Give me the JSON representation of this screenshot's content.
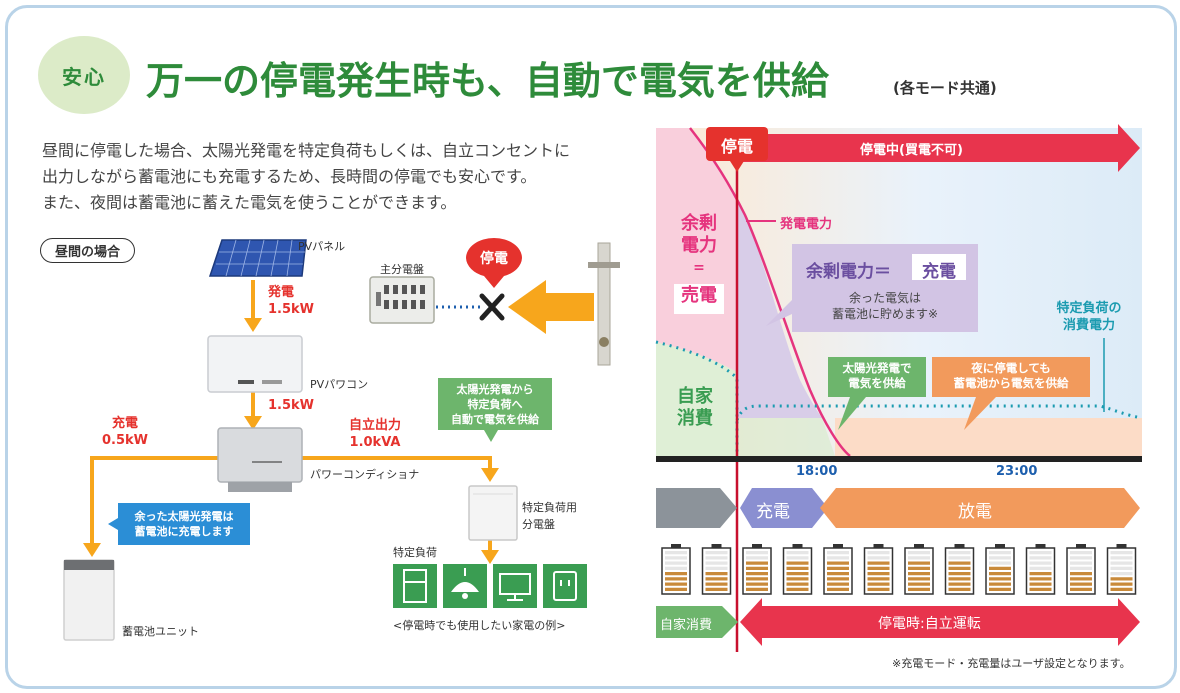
{
  "header": {
    "badge": "安心",
    "title": "万一の停電発生時も、自動で電気を供給",
    "subtitle": "(各モード共通)"
  },
  "intro": {
    "line1": "昼間に停電した場合、太陽光発電を特定負荷もしくは、自立コンセントに",
    "line2": "出力しながら蓄電池にも充電するため、長時間の停電でも安心です。",
    "line3": "また、夜間は蓄電池に蓄えた電気を使うことができます。"
  },
  "diagram": {
    "case_label": "昼間の場合",
    "pv_panel": "PVパネル",
    "gen_label": "発電",
    "gen_value": "1.5kW",
    "pv_power_cond": "PVパワコン",
    "pv_output": "1.5kW",
    "main_panel": "主分電盤",
    "outage": "停電",
    "charge_label": "充電",
    "charge_value": "0.5kW",
    "self_output_label": "自立出力",
    "self_output_value": "1.0kVA",
    "power_cond": "パワーコンディショナ",
    "supply_callout": [
      "太陽光発電から",
      "特定負荷へ",
      "自動で電気を供給"
    ],
    "surplus_callout": [
      "余った太陽光発電は",
      "蓄電池に充電します"
    ],
    "battery_unit": "蓄電池ユニット",
    "special_panel": [
      "特定負荷用",
      "分電盤"
    ],
    "special_load": "特定負荷",
    "appliance_note": "<停電時でも使用したい家電の例>"
  },
  "chart": {
    "outage": "停電",
    "outage_bar": "停電中(買電不可)",
    "surplus": [
      "余剰",
      "電力",
      "=",
      "売電"
    ],
    "gen_power": "発電電力",
    "surplus_eq_a": "余剰電力＝",
    "surplus_eq_b": "充電",
    "surplus_note": [
      "余った電気は",
      "蓄電池に貯めます※"
    ],
    "load_label": [
      "特定負荷の",
      "消費電力"
    ],
    "self_consume": [
      "自家",
      "消費"
    ],
    "solar_callout": [
      "太陽光発電で",
      "電気を供給"
    ],
    "night_callout": [
      "夜に停電しても",
      "蓄電池から電気を供給"
    ],
    "t1": "18:00",
    "t2": "23:00",
    "charge": "充電",
    "discharge": "放電",
    "self_consume_bar": "自家消費",
    "autonomous": "停電時:自立運転",
    "footnote": "※充電モード・充電量はユーザ設定となります。",
    "battery_levels": [
      0.5,
      0.5,
      0.75,
      0.75,
      0.75,
      0.75,
      0.75,
      0.75,
      0.625,
      0.5,
      0.5,
      0.375
    ]
  }
}
